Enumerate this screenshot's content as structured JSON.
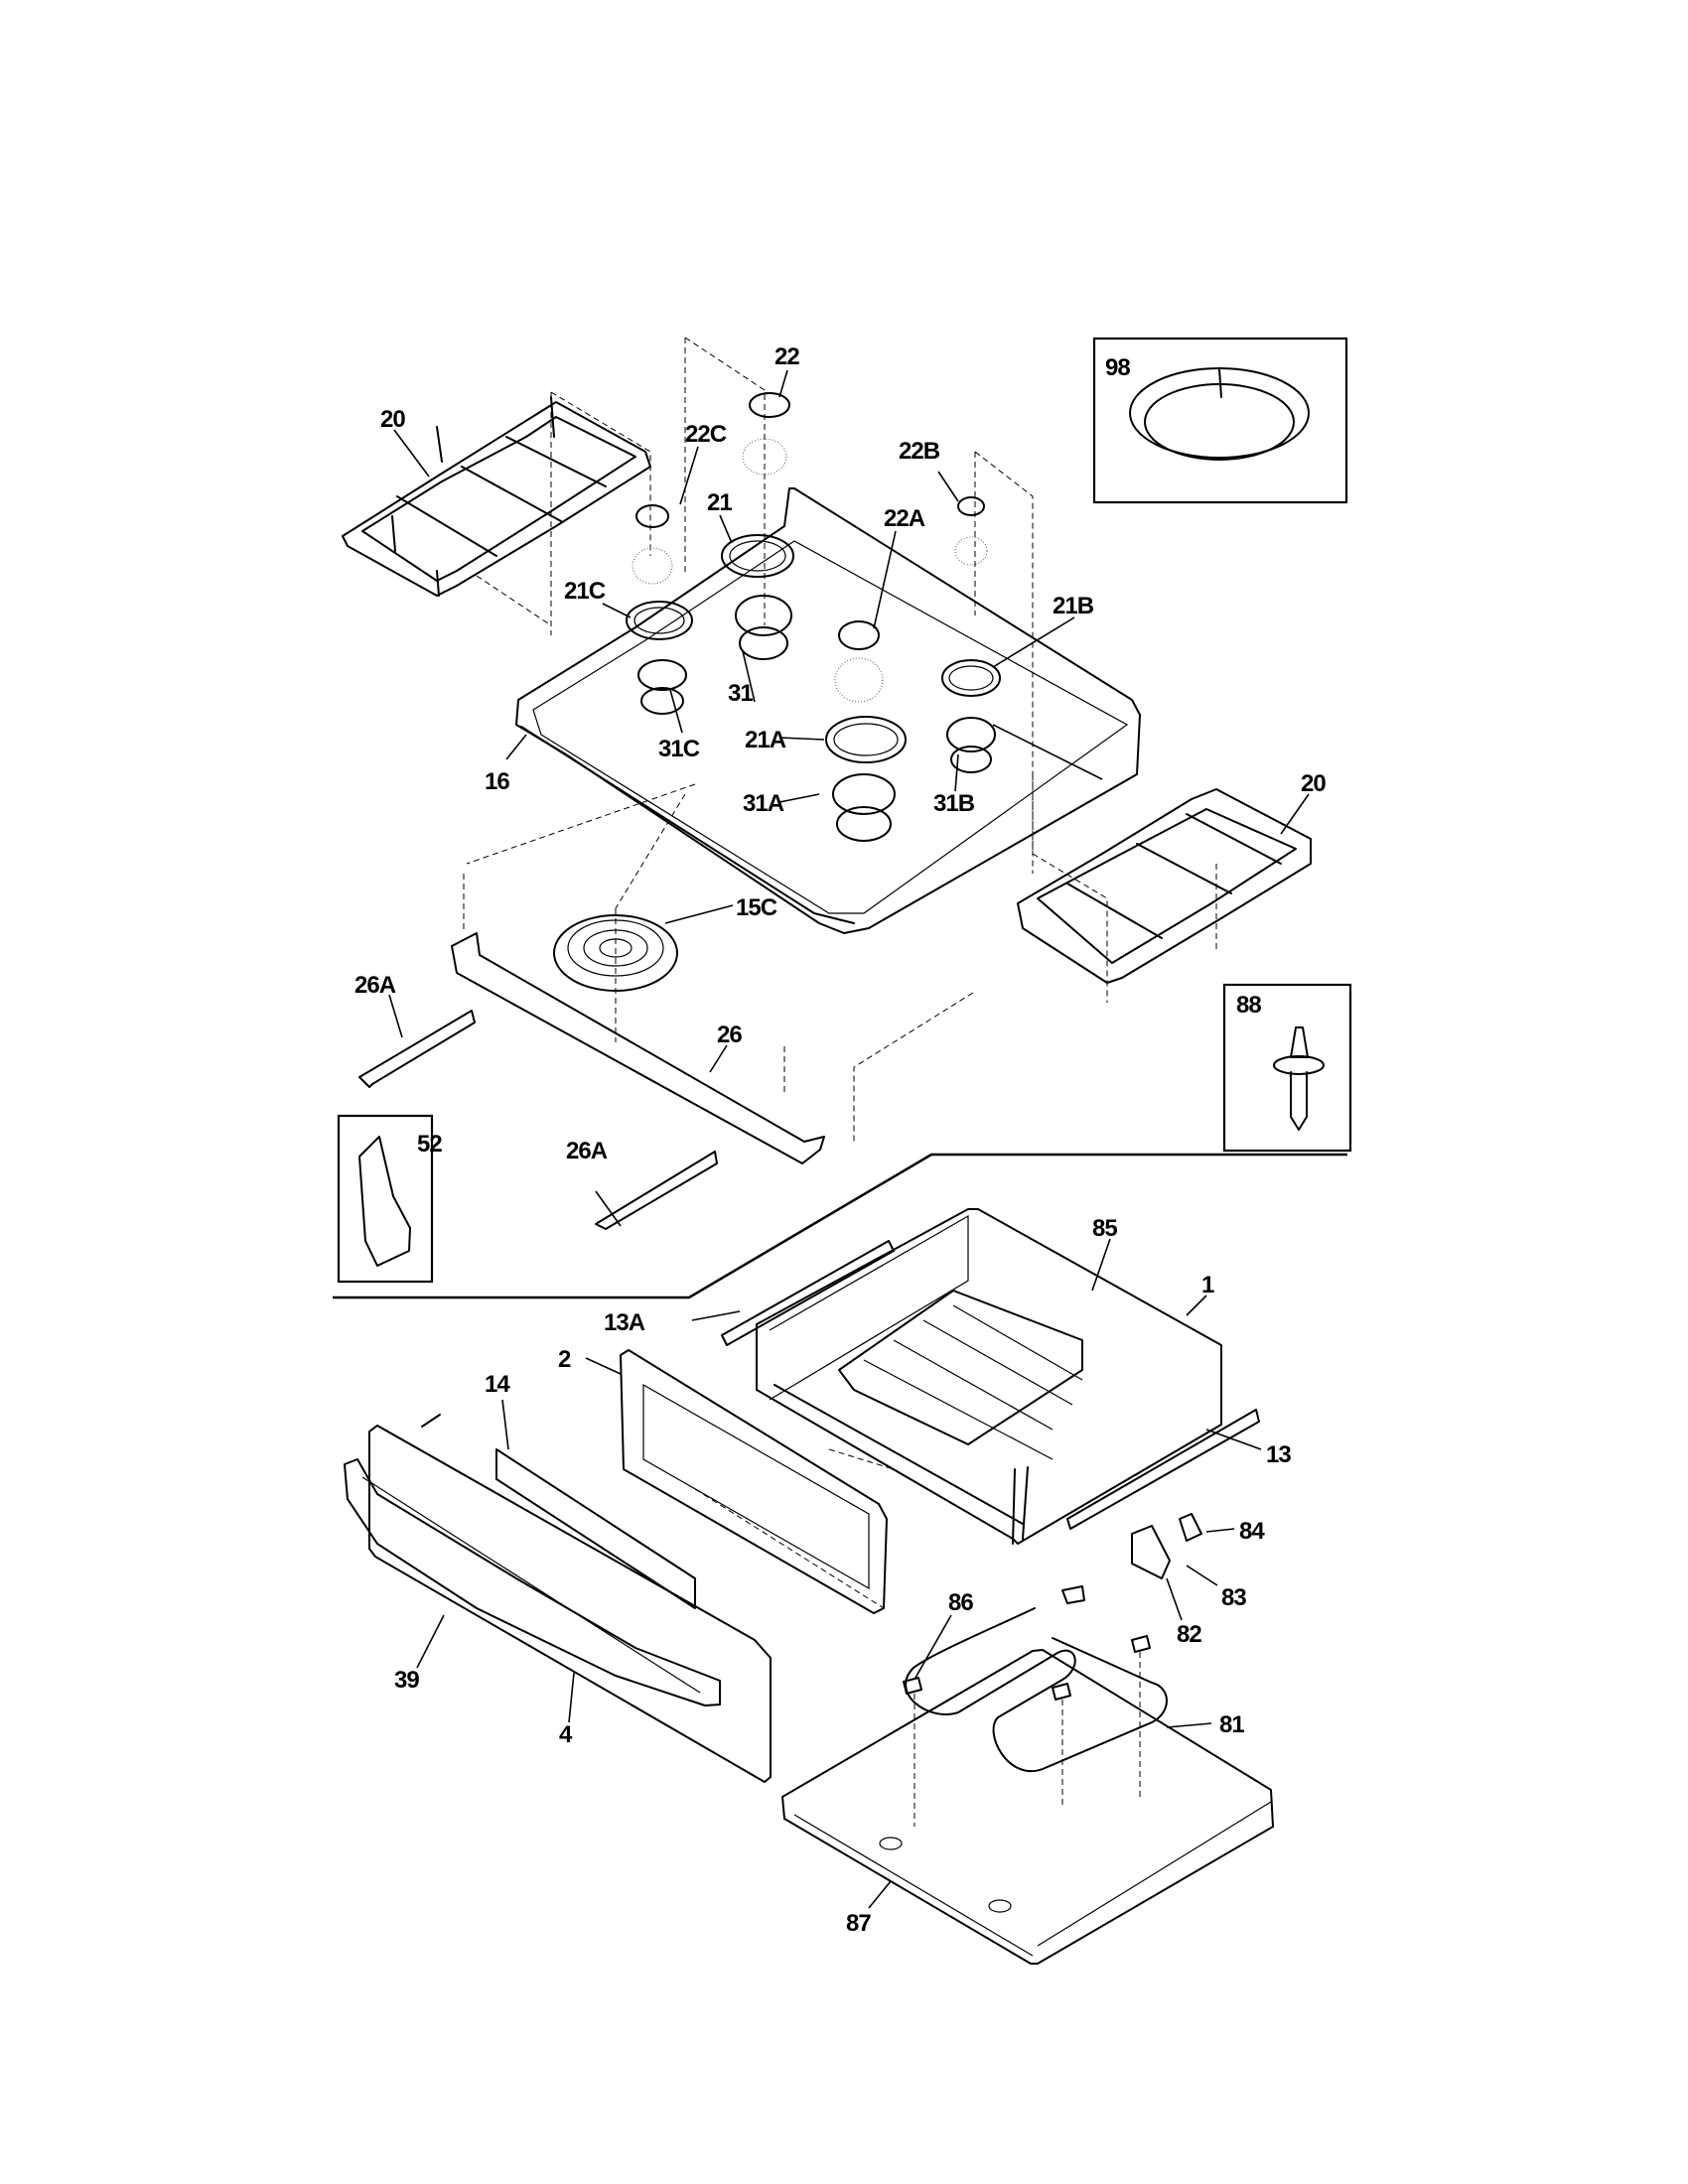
{
  "diagram": {
    "title": "",
    "type": "exploded-parts-diagram",
    "subject": "range cooktop and warmer drawer assembly",
    "callouts": {
      "c20a": "20",
      "c22": "22",
      "c22c": "22C",
      "c22b": "22B",
      "c98": "98",
      "c21": "21",
      "c22a": "22A",
      "c21c": "21C",
      "c21b": "21B",
      "c31": "31",
      "c31c": "31C",
      "c21a": "21A",
      "c16": "16",
      "c31a": "31A",
      "c31b": "31B",
      "c20b": "20",
      "c15c": "15C",
      "c26a1": "26A",
      "c26": "26",
      "c88": "88",
      "c52": "52",
      "c26a2": "26A",
      "c85": "85",
      "c1": "1",
      "c13a": "13A",
      "c2": "2",
      "c14": "14",
      "c13": "13",
      "c84": "84",
      "c83": "83",
      "c86": "86",
      "c82": "82",
      "c39": "39",
      "c81": "81",
      "c4": "4",
      "c87": "87"
    },
    "insets": [
      {
        "id": "98",
        "part": "burner-ring"
      },
      {
        "id": "88",
        "part": "orifice-screw"
      },
      {
        "id": "52",
        "part": "clip-bracket"
      }
    ]
  }
}
